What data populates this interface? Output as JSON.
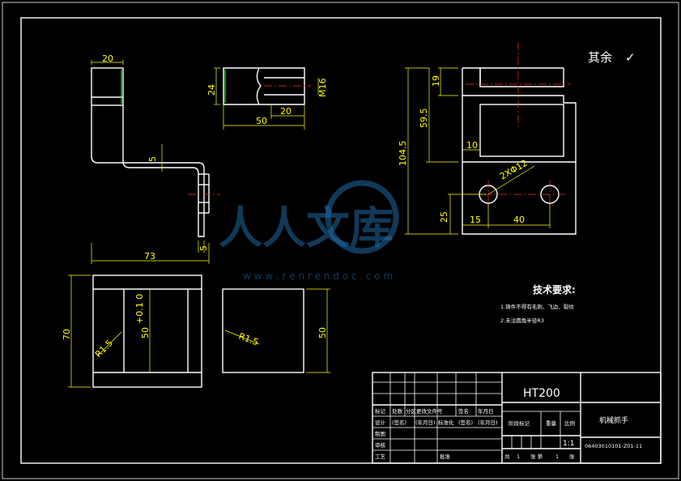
{
  "colors": {
    "background": "#000000",
    "outline": "#ffffff",
    "dimension": "#ffff00",
    "centerline": "#ff3030",
    "accent_line": "#19e619",
    "watermark": "#1e6aa5"
  },
  "surface_finish": {
    "label": "其余",
    "symbol": "✓"
  },
  "dimensions": {
    "top_width": "20",
    "side_height": "24",
    "bore": "M16",
    "slot_len": "20",
    "part_len": "50",
    "wall": "5",
    "wall_small": "5",
    "overall_len": "73",
    "right_top": "19",
    "right_mid": "59.5",
    "right_overall": "104.5",
    "right_step": "10",
    "holes": "2XΦ12",
    "hole_offset_x": "15",
    "hole_pitch": "40",
    "hole_offset_y": "25",
    "bottom_height": "70",
    "bottom_radius_1": "R1.5",
    "bottom_inner_height": "50",
    "bottom_tol": "+0.1\n0",
    "bottom_radius_2": "R1.5",
    "bottom_right_height": "50"
  },
  "tech_requirements": {
    "title": "技术要求:",
    "items": [
      "1.铸件不得有毛刺、飞边、裂纹",
      "2.未注圆角半径R3"
    ]
  },
  "watermark": {
    "text": "人人文库",
    "url": "w w w . r e n r e n d o c . c o m"
  },
  "title_block": {
    "material": "HT200",
    "part_name": "机械抓手",
    "drawing_no": "06403010101-Z01-11",
    "scale": "1:1",
    "row_headers": [
      "标记",
      "处数",
      "分区",
      "更改文件号",
      "签名",
      "年月日"
    ],
    "design_row": [
      "设计",
      "(签名)",
      "(年月日)",
      "标准化",
      "(签名)",
      "(年月日)"
    ],
    "left_rows": [
      "制图",
      "审核",
      "工艺"
    ],
    "approve": "批准",
    "stage_mark": "阶段标记",
    "weight": "重量",
    "ratio": "比例",
    "sheet_total_label": "共",
    "sheet_total": "1",
    "sheet_label": "张 第",
    "sheet_no": "1",
    "sheet_end": "张"
  }
}
